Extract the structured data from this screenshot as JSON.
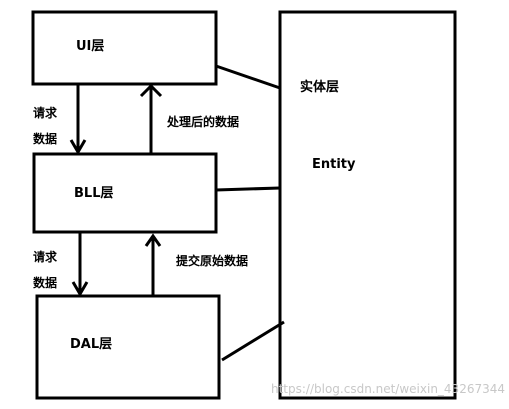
{
  "boxes": {
    "ui": "UI层",
    "bll": "BLL层",
    "dal": "DAL层",
    "entity_title": "实体层",
    "entity_name": "Entity"
  },
  "arrows": {
    "ui_bll_left_line1": "请求",
    "ui_bll_left_line2": "数据",
    "ui_bll_right": "处理后的数据",
    "bll_dal_left_line1": "请求",
    "bll_dal_left_line2": "数据",
    "bll_dal_right": "提交原始数据"
  },
  "watermark": "https://blog.csdn.net/weixin_43267344"
}
